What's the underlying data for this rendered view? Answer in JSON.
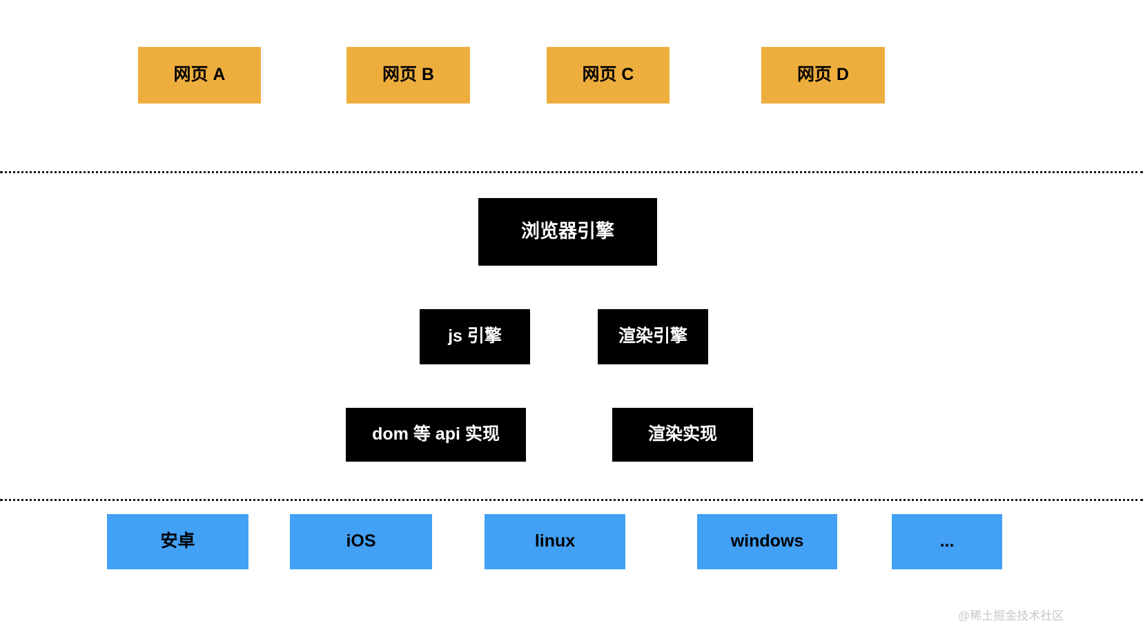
{
  "diagram": {
    "title": "browser-architecture-layers",
    "background_color": "#ffffff",
    "colors": {
      "web_page": "#eeae3e",
      "engine": "#000000",
      "engine_text": "#ffffff",
      "os": "#42a0f5",
      "divider": "#1a1a1a",
      "watermark": "#c8c8c8"
    },
    "layers": {
      "web_pages": {
        "items": [
          {
            "label": "网页 A"
          },
          {
            "label": "网页 B"
          },
          {
            "label": "网页 C"
          },
          {
            "label": "网页 D"
          }
        ]
      },
      "browser": {
        "engine": {
          "label": "浏览器引擎"
        },
        "sub_engines": [
          {
            "label": "js 引擎"
          },
          {
            "label": "渲染引擎"
          }
        ],
        "implementations": [
          {
            "label": "dom 等 api 实现"
          },
          {
            "label": "渲染实现"
          }
        ]
      },
      "operating_systems": {
        "items": [
          {
            "label": "安卓"
          },
          {
            "label": "iOS"
          },
          {
            "label": "linux"
          },
          {
            "label": "windows"
          },
          {
            "label": "..."
          }
        ]
      }
    },
    "watermark": "@稀土掘金技术社区"
  }
}
